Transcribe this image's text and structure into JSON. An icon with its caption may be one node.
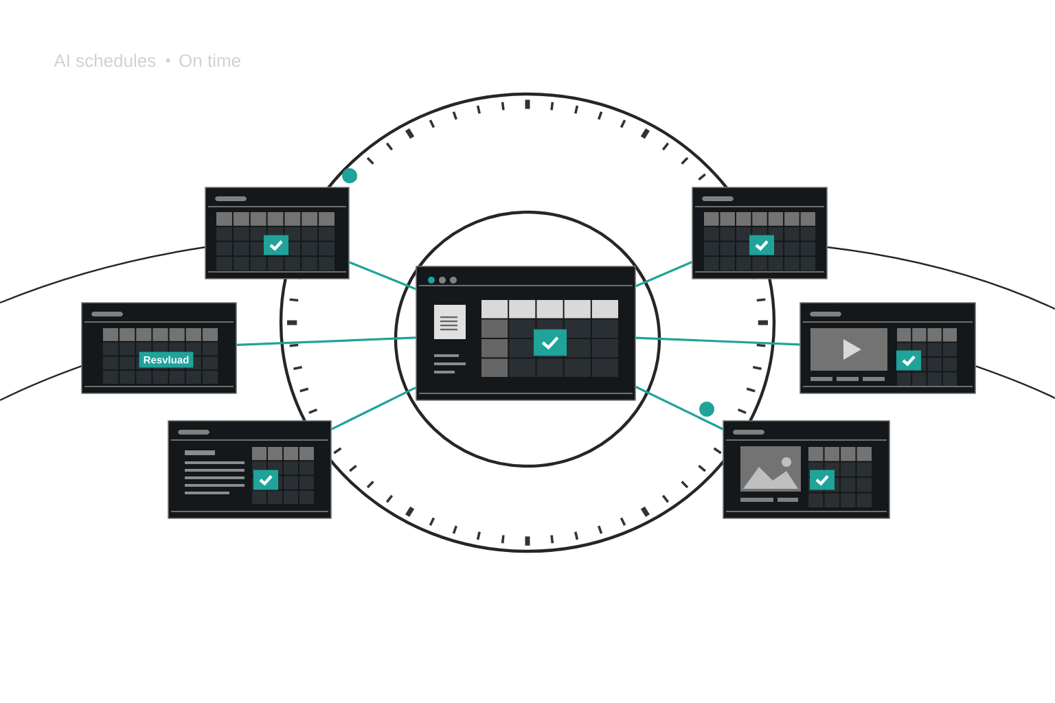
{
  "diagram": {
    "title": "AI schedules",
    "nodes": [
      {
        "text": [],
        "shape": "box"
      },
      {
        "text": [],
        "shape": "box"
      },
      {
        "text": [],
        "shape": "box"
      },
      {
        "text": [
          "Resvluad"
        ]
      },
      {
        "text": [],
        "shape": "box"
      },
      {
        "text": [],
        "shape": "box"
      },
      {
        "text": [],
        "shape": "box"
      }
    ],
    "edges": [
      {
        "from": 2,
        "to": 0,
        "arrow": "none"
      },
      {
        "from": 2,
        "to": 1,
        "arrow": "none"
      },
      {
        "from": 2,
        "to": 3,
        "arrow": "none"
      },
      {
        "from": 2,
        "to": 4,
        "arrow": "none"
      },
      {
        "from": 2,
        "to": 5,
        "arrow": "none"
      },
      {
        "from": 2,
        "to": 6,
        "arrow": "none"
      }
    ],
    "labels": [
      "On time"
    ]
  }
}
